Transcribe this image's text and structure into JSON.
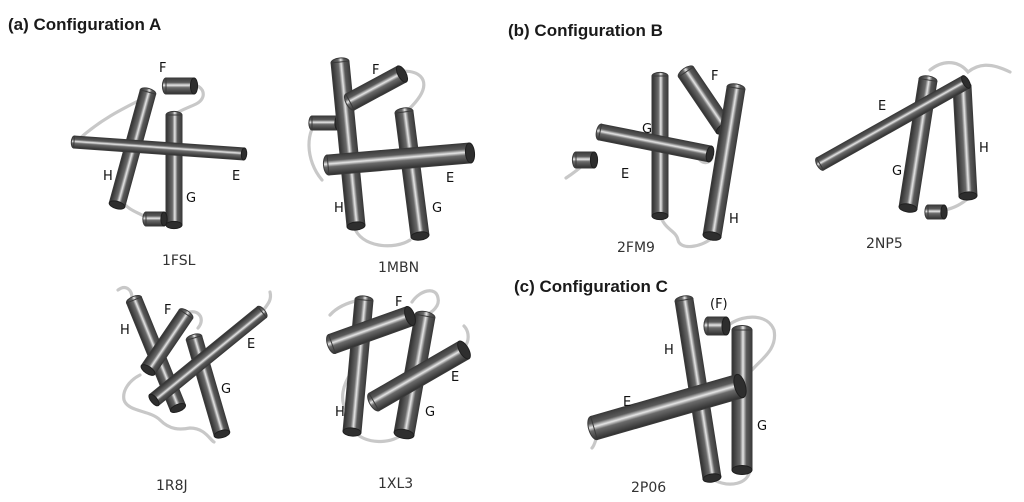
{
  "panels": {
    "a": {
      "label": "(a)  Configuration A",
      "structures": [
        "1FSL",
        "1MBN",
        "1R8J",
        "1XL3"
      ]
    },
    "b": {
      "label": "(b) Configuration B",
      "structures": [
        "2FM9",
        "2NP5"
      ]
    },
    "c": {
      "label": "(c) Configuration C",
      "structures": [
        "2P06"
      ]
    }
  },
  "helix_labels": {
    "s1FSL": {
      "F": "F",
      "E": "E",
      "G": "G",
      "H": "H"
    },
    "s1MBN": {
      "F": "F",
      "E": "E",
      "G": "G",
      "H": "H"
    },
    "s1R8J": {
      "F": "F",
      "E": "E",
      "G": "G",
      "H": "H"
    },
    "s1XL3": {
      "F": "F",
      "E": "E",
      "G": "G",
      "H": "H"
    },
    "s2FM9": {
      "F": "F",
      "E": "E",
      "G": "G",
      "H": "H"
    },
    "s2NP5": {
      "E": "E",
      "G": "G",
      "H": "H"
    },
    "s2P06": {
      "F": "(F)",
      "E": "E",
      "G": "G",
      "H": "H"
    }
  },
  "colors": {
    "helix_dark": "#4a4a4a",
    "helix_light": "#e8e8e8",
    "loop": "#c8c8c8",
    "text": "#1a1a1a"
  }
}
